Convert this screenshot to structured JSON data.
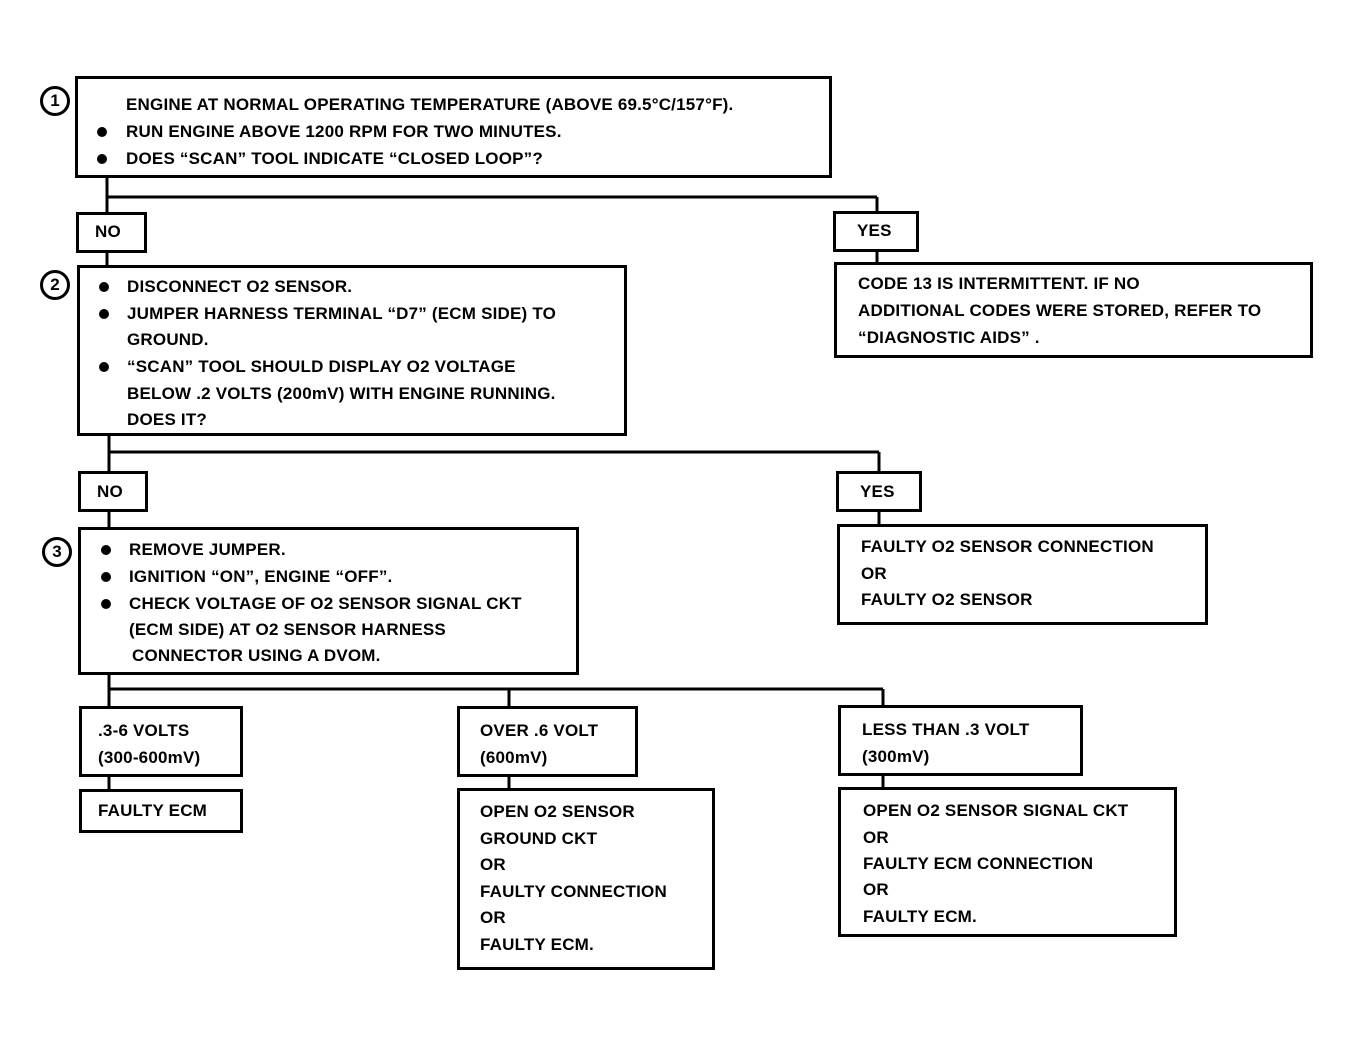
{
  "steps": [
    {
      "number": "1",
      "lines": [
        "ENGINE AT NORMAL OPERATING TEMPERATURE (ABOVE 69.5°C/157°F).",
        "RUN ENGINE ABOVE 1200 RPM FOR TWO MINUTES.",
        "DOES “SCAN” TOOL INDICATE “CLOSED LOOP”?"
      ]
    },
    {
      "number": "2",
      "lines": [
        "DISCONNECT O2 SENSOR.",
        "JUMPER HARNESS TERMINAL “D7” (ECM SIDE) TO",
        "GROUND.",
        "“SCAN” TOOL SHOULD DISPLAY O2 VOLTAGE",
        "BELOW .2 VOLTS (200mV) WITH ENGINE RUNNING.",
        "DOES IT?"
      ]
    },
    {
      "number": "3",
      "lines": [
        "REMOVE JUMPER.",
        "IGNITION “ON”, ENGINE “OFF”.",
        "CHECK VOLTAGE OF O2 SENSOR SIGNAL CKT",
        "(ECM SIDE) AT O2 SENSOR HARNESS",
        "CONNECTOR USING A DVOM."
      ]
    }
  ],
  "branches": {
    "step1_no": "NO",
    "step1_yes": "YES",
    "step2_no": "NO",
    "step2_yes": "YES",
    "step3_mid": [
      ".3-6 VOLTS",
      "(300-600mV)"
    ],
    "step3_over": [
      "OVER .6 VOLT",
      "(600mV)"
    ],
    "step3_less": [
      "LESS THAN .3 VOLT",
      "(300mV)"
    ]
  },
  "results": {
    "step1_yes": [
      "CODE 13 IS INTERMITTENT. IF NO",
      "ADDITIONAL CODES WERE STORED, REFER TO",
      "“DIAGNOSTIC AIDS” ."
    ],
    "step2_yes": [
      "FAULTY O2 SENSOR CONNECTION",
      "OR",
      "FAULTY O2 SENSOR"
    ],
    "step3_mid": [
      "FAULTY ECM"
    ],
    "step3_over": [
      "OPEN O2 SENSOR",
      "GROUND CKT",
      "OR",
      "FAULTY CONNECTION",
      "OR",
      "FAULTY ECM."
    ],
    "step3_less": [
      "OPEN O2 SENSOR SIGNAL CKT",
      "OR",
      "FAULTY ECM CONNECTION",
      "OR",
      "FAULTY ECM."
    ]
  }
}
